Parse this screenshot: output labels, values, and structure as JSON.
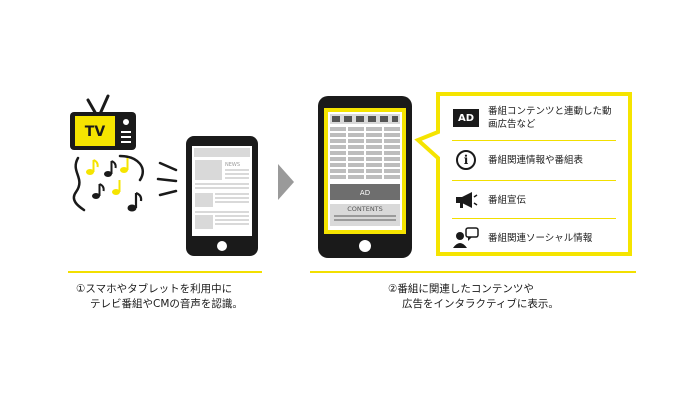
{
  "colors": {
    "accent_yellow": "#f5e400",
    "line_yellow": "#f2df00",
    "dark": "#1a1a1a",
    "screen_gray": "#d9d9d9"
  },
  "tv": {
    "label": "TV"
  },
  "phone_left": {
    "news_label": "NEWS"
  },
  "phone_right": {
    "ad_label": "AD",
    "contents_label": "CONTENTS"
  },
  "callout": {
    "items": [
      {
        "icon": "ad-icon",
        "icon_text": "AD",
        "text": "番組コンテンツと連動した動画広告など"
      },
      {
        "icon": "info-icon",
        "icon_text": "i",
        "text": "番組関連情報や番組表"
      },
      {
        "icon": "megaphone-icon",
        "text": "番組宣伝"
      },
      {
        "icon": "social-chat-icon",
        "text": "番組関連ソーシャル情報"
      }
    ]
  },
  "steps": [
    {
      "line1": "①スマホやタブレットを利用中に",
      "line2": "テレビ番組やCMの音声を認識。"
    },
    {
      "line1": "②番組に関連したコンテンツや",
      "line2": "広告をインタラクティブに表示。"
    }
  ]
}
